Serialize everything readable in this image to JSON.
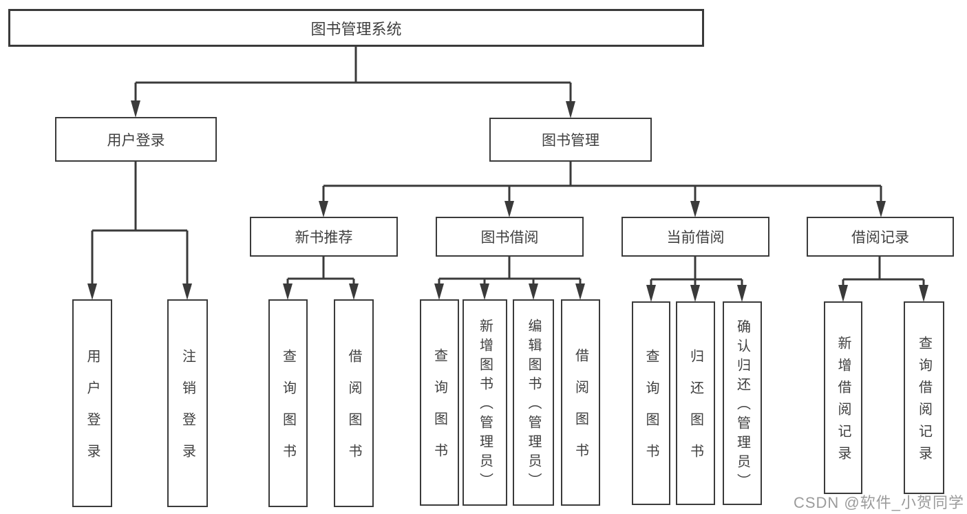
{
  "labels": {
    "root": "图书管理系统",
    "user_login": "用户登录",
    "book_management": "图书管理",
    "new_book_recommend": "新书推荐",
    "book_borrowing": "图书借阅",
    "current_borrowing": "当前借阅",
    "borrowing_records": "借阅记录",
    "leaf_user_login": "用户登录",
    "leaf_logout": "注销登录",
    "leaf_recommend_query_books": "查询图书",
    "leaf_recommend_borrow_books": "借阅图书",
    "leaf_borrowing_query_books": "查询图书",
    "leaf_borrowing_add_books": "新增图书（管理员）",
    "leaf_borrowing_edit_books": "编辑图书（管理员）",
    "leaf_borrowing_borrow_books": "借阅图书",
    "leaf_current_query_books": "查询图书",
    "leaf_current_return_books": "归还图书",
    "leaf_current_confirm_return": "确认归还（管理员）",
    "leaf_records_add_record": "新增借阅记录",
    "leaf_records_query_record": "查询借阅记录"
  },
  "watermark": "CSDN @软件_小贺同学",
  "colors": {
    "line": "#3a3a3a",
    "text": "#3f3f3f",
    "watermark": "#9b9b9b",
    "background": "#ffffff"
  },
  "hierarchy": {
    "root": "图书管理系统",
    "children": [
      {
        "label": "用户登录",
        "children": [
          "用户登录",
          "注销登录"
        ]
      },
      {
        "label": "图书管理",
        "children": [
          {
            "label": "新书推荐",
            "children": [
              "查询图书",
              "借阅图书"
            ]
          },
          {
            "label": "图书借阅",
            "children": [
              "查询图书",
              "新增图书（管理员）",
              "编辑图书（管理员）",
              "借阅图书"
            ]
          },
          {
            "label": "当前借阅",
            "children": [
              "查询图书",
              "归还图书",
              "确认归还（管理员）"
            ]
          },
          {
            "label": "借阅记录",
            "children": [
              "新增借阅记录",
              "查询借阅记录"
            ]
          }
        ]
      }
    ]
  }
}
